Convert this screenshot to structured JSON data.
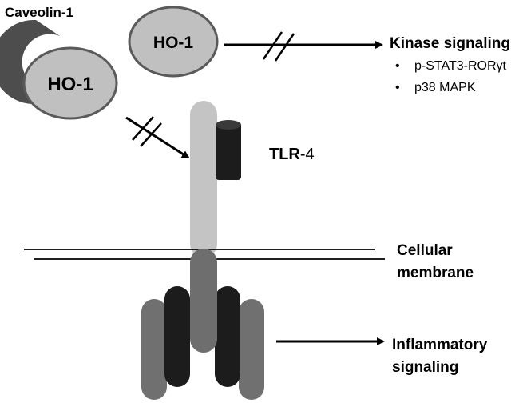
{
  "labels": {
    "caveolin": "Caveolin-1",
    "ho1_bound": "HO-1",
    "ho1_free": "HO-1",
    "kinase_title": "Kinase signaling",
    "kinase_items": [
      "p-STAT3-RORγt",
      "p38 MAPK"
    ],
    "tlr_bold": "TLR",
    "tlr_rest": "-4",
    "membrane_line1": "Cellular",
    "membrane_line2": "membrane",
    "inflam_line1": "Inflammatory",
    "inflam_line2": "signaling"
  },
  "colors": {
    "ho1_fill": "#c0c0c0",
    "ho1_stroke": "#5a5a5a",
    "caveolin": "#4d4d4d",
    "tlr_light": "#c4c4c4",
    "dark": "#1c1c1c",
    "mid": "#6e6e6e",
    "arrow": "#000000"
  }
}
